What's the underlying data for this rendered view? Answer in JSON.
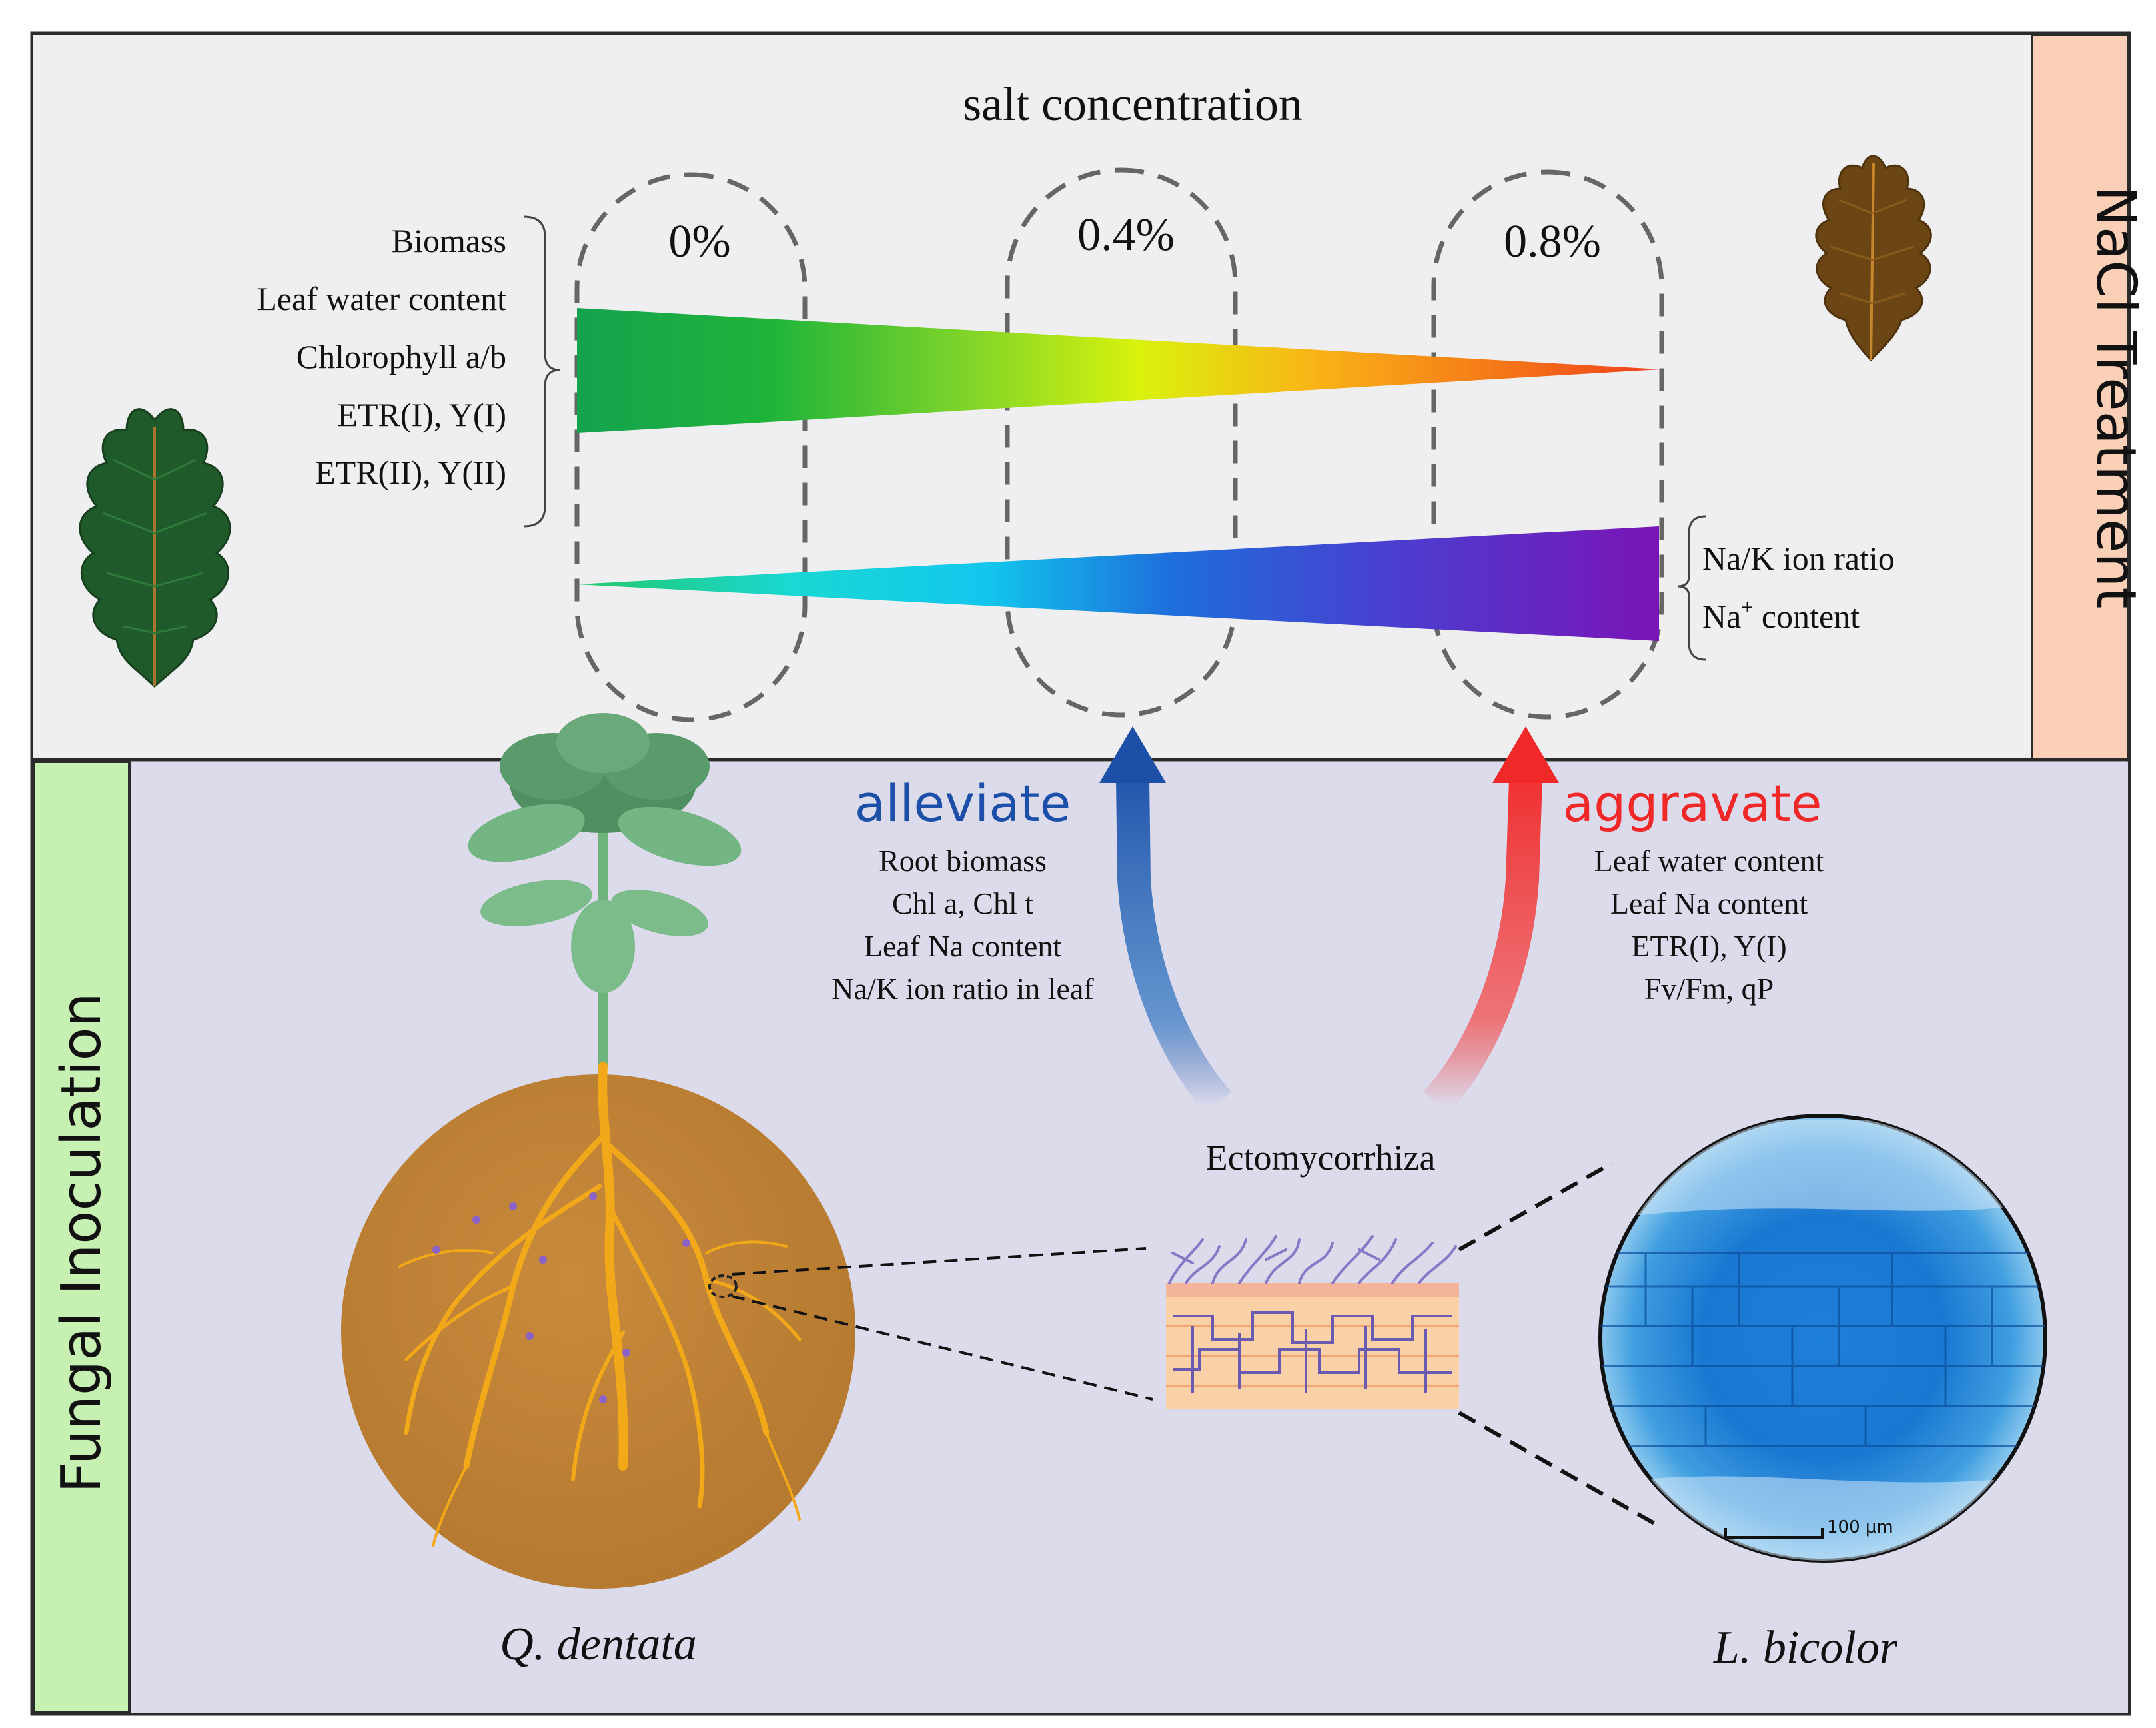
{
  "top_panel": {
    "title": "salt concentration",
    "concentrations": [
      "0%",
      "0.4%",
      "0.8%"
    ],
    "decreasing_params": [
      "Biomass",
      "Leaf water content",
      "Chlorophyll a/b",
      "ETR(I), Y(I)",
      "ETR(II), Y(II)"
    ],
    "increasing_params": {
      "ratio": "Na/K ion ratio",
      "content_prefix": "Na",
      "content_sup": "+",
      "content_suffix": " content"
    },
    "side_label": "NaCl Treatment"
  },
  "bottom_panel": {
    "side_label": "Fungal Inoculation",
    "alleviate": {
      "title": "alleviate",
      "items": [
        "Root biomass",
        "Chl a, Chl t",
        "Leaf Na content",
        "Na/K ion ratio in leaf"
      ]
    },
    "aggravate": {
      "title": "aggravate",
      "items": [
        "Leaf water content",
        "Leaf Na content",
        "ETR(I), Y(I)",
        "Fv/Fm, qP"
      ]
    },
    "ectomycorrhiza_label": "Ectomycorrhiza",
    "scale_bar_label": "100 μm",
    "plant_label": "Q. dentata",
    "fungus_label": "L. bicolor"
  },
  "colors": {
    "top_bg": "#efeef0",
    "bottom_bg": "#dcdbec",
    "nacl_tab": "#fbd0b6",
    "fungal_tab": "#c7f0b3",
    "alleviate": "#1c4fa8",
    "aggravate": "#f02828"
  }
}
